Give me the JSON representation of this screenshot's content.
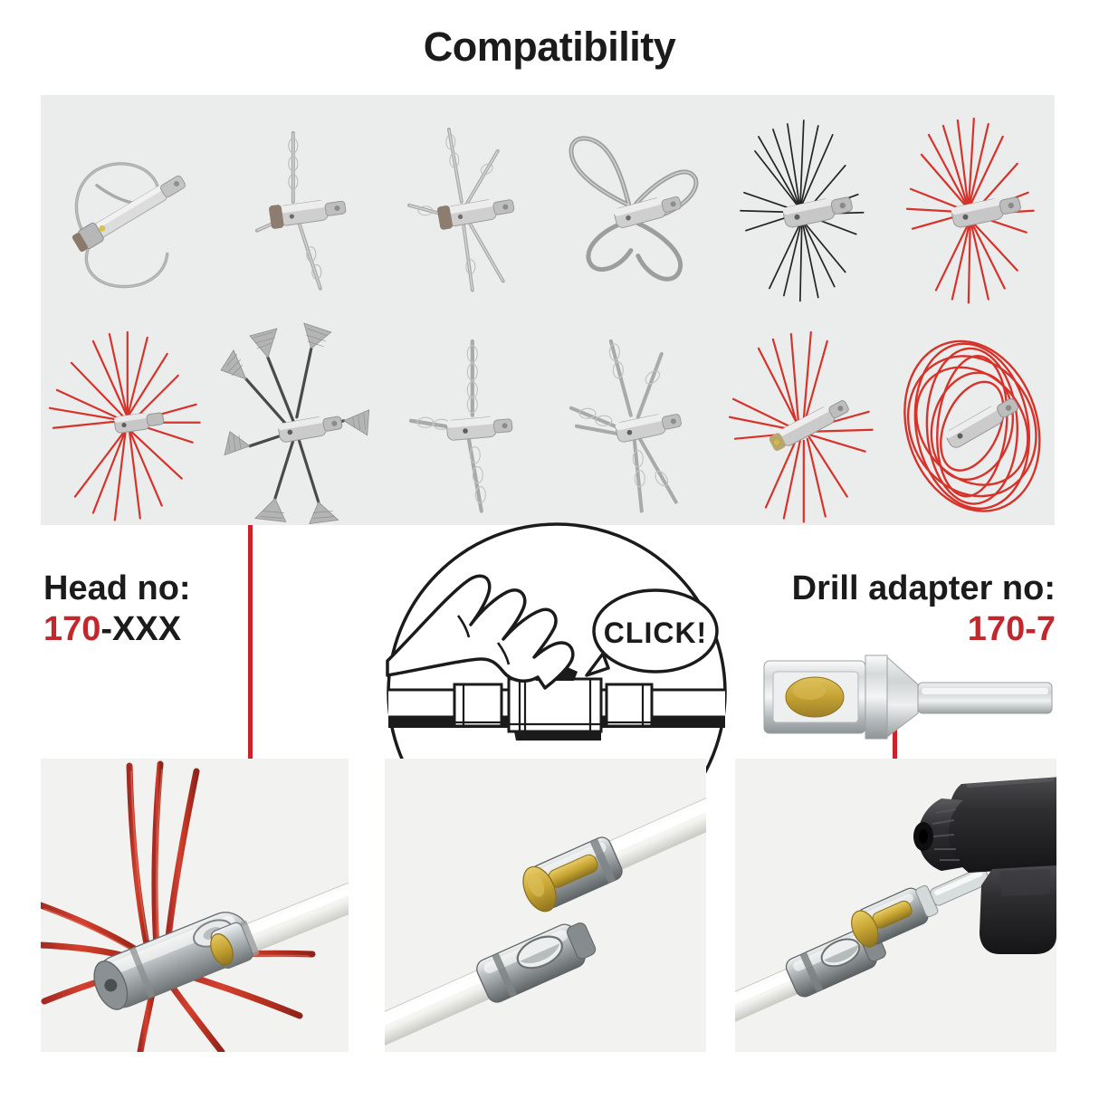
{
  "title": "Compatibility",
  "colors": {
    "accent_red": "#cc2229",
    "label_red": "#c1272d",
    "text_dark": "#1b1b1b",
    "panel_gray": "#ebecec",
    "photo_gray": "#f0f0f0"
  },
  "compatibility_panel": {
    "name": "compatibility-head-grid",
    "rows": 2,
    "columns": 6,
    "items": [
      {
        "name": "chain-loop-flail-with-rod",
        "type": "chain",
        "color": "#b9b9b9"
      },
      {
        "name": "two-chain-flail",
        "type": "chain",
        "color": "#b9b9b9"
      },
      {
        "name": "four-chain-flail",
        "type": "chain",
        "color": "#b9b9b9"
      },
      {
        "name": "wire-loop-whip",
        "type": "wire-loop",
        "color": "#9a9a9a"
      },
      {
        "name": "black-bristle-brush",
        "type": "bristle",
        "color": "#242424"
      },
      {
        "name": "red-poly-bristle-brush",
        "type": "bristle",
        "color": "#d6332b"
      },
      {
        "name": "red-poly-flail-head",
        "type": "bristle",
        "color": "#d6332b"
      },
      {
        "name": "mesh-whip-head",
        "type": "mesh",
        "color": "#9c9c9c"
      },
      {
        "name": "single-chain-flail",
        "type": "chain",
        "color": "#b9b9b9"
      },
      {
        "name": "multi-chain-flail",
        "type": "chain",
        "color": "#b9b9b9"
      },
      {
        "name": "red-poly-whip-head",
        "type": "bristle",
        "color": "#d6332b"
      },
      {
        "name": "red-loop-hoop-whip",
        "type": "loop",
        "color": "#d6332b"
      }
    ]
  },
  "head_label": {
    "title": "Head no:",
    "number_prefix": "170",
    "number_suffix": "-XXX"
  },
  "drill_label": {
    "title": "Drill adapter no:",
    "number": "170-7"
  },
  "click_illustration": {
    "name": "click-connection-diagram",
    "bubble_text": "CLICK!",
    "description": "hand pressing connector button on rod"
  },
  "adapter_hero": {
    "name": "drill-adapter-product",
    "brass_color": "#c8a534",
    "metal_color": "#c9cccd"
  },
  "photos": [
    {
      "name": "brush-head-closeup",
      "caption": "",
      "bristle_color": "#c8392f",
      "rod_color": "#f4f4f2"
    },
    {
      "name": "rod-connection-closeup",
      "caption": "",
      "rod_color": "#f6f6f4",
      "brass_color": "#c8a534"
    },
    {
      "name": "drill-adapter-assembly",
      "caption": "",
      "drill_color": "#2b2b2d",
      "rod_color": "#f6f6f4"
    }
  ]
}
